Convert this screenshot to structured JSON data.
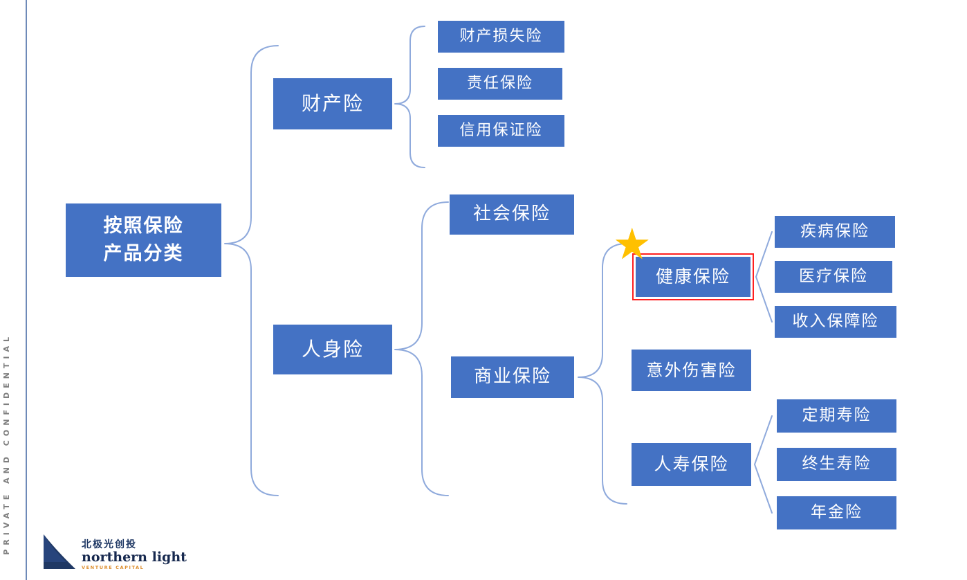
{
  "confidential": {
    "text": "PRIVATE AND CONFIDENTIAL"
  },
  "diagram": {
    "root": "按照保险\n产品分类",
    "property": "财产险",
    "property_children": [
      "财产损失险",
      "责任保险",
      "信用保证险"
    ],
    "personal": "人身险",
    "social": "社会保险",
    "commercial": "商业保险",
    "health": "健康保险",
    "accident": "意外伤害险",
    "life": "人寿保险",
    "health_children": [
      "疾病保险",
      "医疗保险",
      "收入保障险"
    ],
    "life_children": [
      "定期寿险",
      "终生寿险",
      "年金险"
    ]
  },
  "icons": {
    "star_glyph": "★"
  },
  "colors": {
    "box_fill": "#4472C4",
    "box_text": "#FFFFFF",
    "brace": "#8FAADC",
    "highlight_border": "#FF1F1F",
    "star": "#FFC000"
  },
  "logo": {
    "cn": "北极光创投",
    "en": "northern light",
    "sub": "VENTURE CAPITAL"
  }
}
